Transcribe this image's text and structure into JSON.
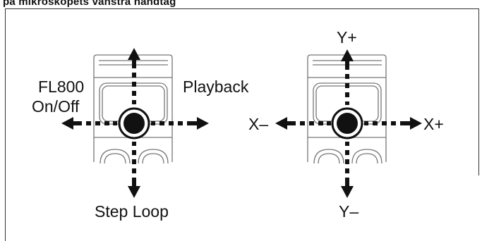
{
  "header": {
    "title": "på mikroskopets vänstra handtag"
  },
  "left_joystick": {
    "label_left_line1": "FL800",
    "label_left_line2": "On/Off",
    "label_right": "Playback",
    "label_bottom": "Step Loop"
  },
  "right_joystick": {
    "label_top": "Y+",
    "label_bottom": "Y–",
    "label_left": "X–",
    "label_right": "X+"
  },
  "colors": {
    "line": "#111111",
    "body_stroke": "#777777",
    "background": "#ffffff"
  }
}
